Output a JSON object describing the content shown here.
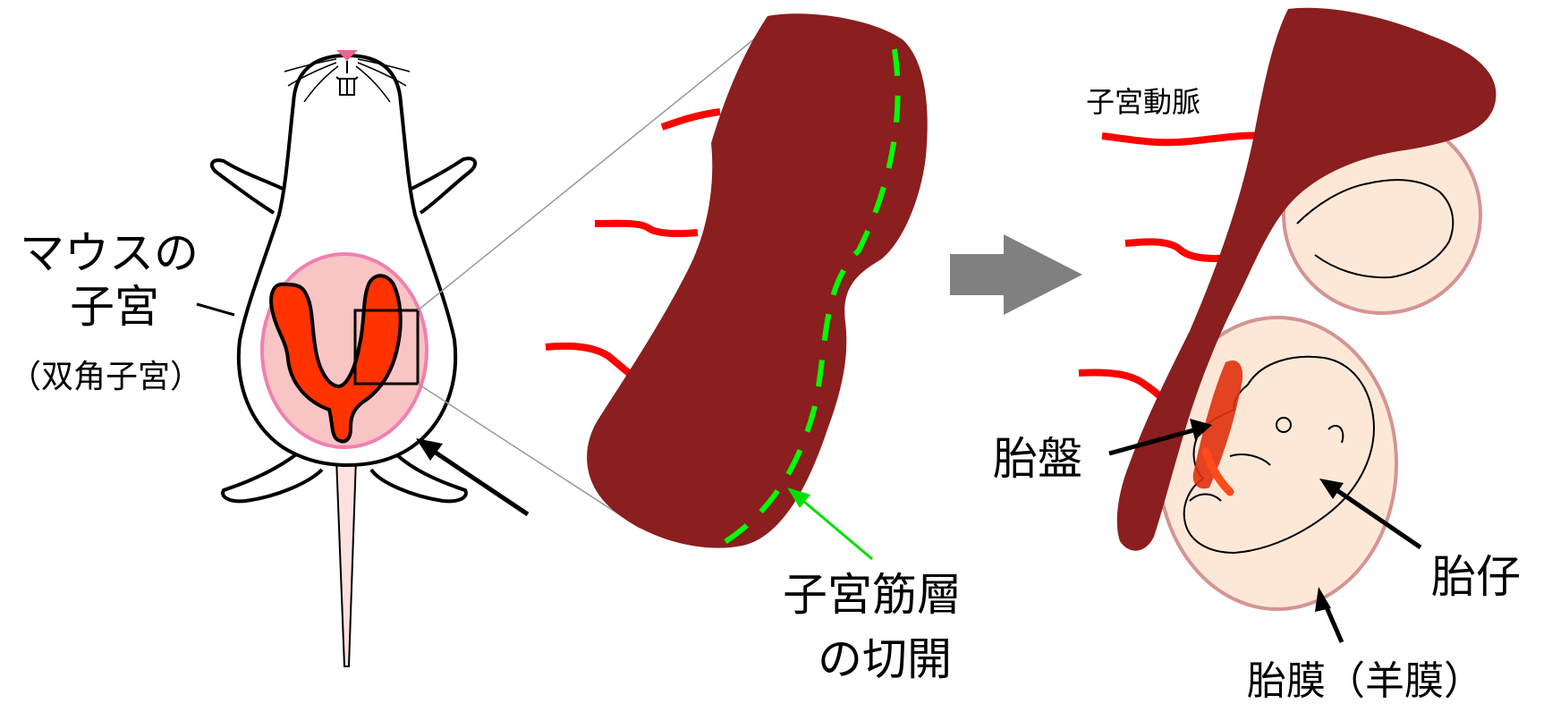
{
  "labels": {
    "mouse_uterus_line1": "マウスの",
    "mouse_uterus_line2": "子宮",
    "bicornuate_uterus": "（双角子宮）",
    "uterine_artery": "子宮動脈",
    "myometrium_incision_line1": "子宮筋層",
    "myometrium_incision_line2": "の切開",
    "placenta": "胎盤",
    "fetus": "胎仔",
    "fetal_membrane": "胎膜（羊膜）"
  },
  "colors": {
    "uterus_tissue": "#8b1e1e",
    "uterus_red": "#ff3300",
    "artery": "#ff0000",
    "incision_line": "#00ff00",
    "incision_arrow": "#00e000",
    "pelvic_area": "#f9c4c4",
    "pelvic_outline": "#f080b0",
    "fetus_skin": "#fde8d8",
    "membrane": "#d49494",
    "placenta": "#e03010",
    "process_arrow": "#808080",
    "nose": "#f06090"
  },
  "icons": {
    "process_arrow": "right-arrow-icon"
  }
}
